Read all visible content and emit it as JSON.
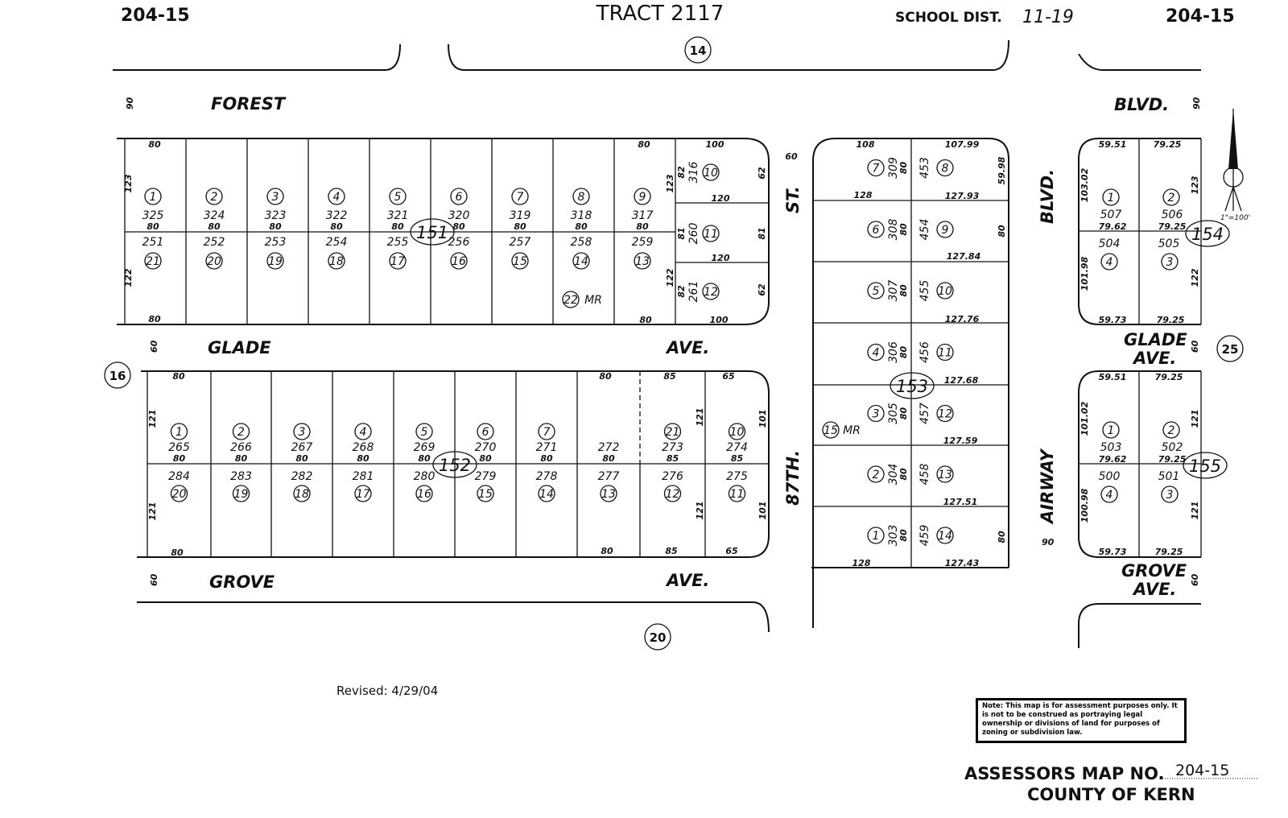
{
  "header": {
    "map_no_left": "204-15",
    "title": "TRACT 2117",
    "school_dist_label": "SCHOOL DIST.",
    "school_dist_value": "11-19",
    "map_no_right": "204-15"
  },
  "streets": {
    "forest": "FOREST",
    "forest_blvd": "BLVD.",
    "glade": "GLADE",
    "glade_ave": "AVE.",
    "glade_e": "GLADE",
    "glade_e_ave": "AVE.",
    "grove": "GROVE",
    "grove_ave": "AVE.",
    "grove_e": "GROVE",
    "grove_e_ave": "AVE.",
    "st": "ST.",
    "87th": "87TH.",
    "airway_blvd": "BLVD.",
    "airway": "AIRWAY",
    "w90": "90",
    "w60": "60",
    "w90b": "90"
  },
  "adjacent_maps": [
    "14",
    "16",
    "25",
    "20"
  ],
  "blocks": {
    "b151": {
      "id": "151",
      "top": [
        [
          "1",
          "325",
          "80"
        ],
        [
          "2",
          "324",
          "80"
        ],
        [
          "3",
          "323",
          "80"
        ],
        [
          "4",
          "322",
          "80"
        ],
        [
          "5",
          "321",
          "80"
        ],
        [
          "6",
          "320",
          "80"
        ],
        [
          "7",
          "319",
          "80"
        ],
        [
          "8",
          "318",
          "80"
        ],
        [
          "9",
          "317",
          "80"
        ]
      ],
      "bottom": [
        [
          "21",
          "251"
        ],
        [
          "20",
          "252"
        ],
        [
          "19",
          "253"
        ],
        [
          "18",
          "254"
        ],
        [
          "17",
          "255"
        ],
        [
          "16",
          "256"
        ],
        [
          "15",
          "257"
        ],
        [
          "14",
          "258"
        ],
        [
          "13",
          "259"
        ]
      ],
      "east": [
        [
          "10",
          "316",
          "82"
        ],
        [
          "11",
          "260",
          "81"
        ],
        [
          "12",
          "261",
          "82"
        ]
      ],
      "dims": [
        "80",
        "80",
        "100",
        "120",
        "120",
        "100",
        "80",
        "80",
        "123",
        "122",
        "62",
        "81",
        "62",
        "123",
        "122"
      ],
      "mr": "22",
      "mr_label": "MR"
    },
    "b152": {
      "id": "152",
      "top": [
        [
          "1",
          "265",
          "80"
        ],
        [
          "2",
          "266",
          "80"
        ],
        [
          "3",
          "267",
          "80"
        ],
        [
          "4",
          "268",
          "80"
        ],
        [
          "5",
          "269",
          "80"
        ],
        [
          "6",
          "270",
          "80"
        ],
        [
          "7",
          "271",
          "80"
        ],
        [
          "",
          "272",
          "80"
        ],
        [
          "21",
          "273",
          "85"
        ],
        [
          "10",
          "274",
          "85"
        ]
      ],
      "bottom": [
        [
          "20",
          "284"
        ],
        [
          "19",
          "283"
        ],
        [
          "18",
          "282"
        ],
        [
          "17",
          "281"
        ],
        [
          "16",
          "280"
        ],
        [
          "15",
          "279"
        ],
        [
          "14",
          "278"
        ],
        [
          "13",
          "277"
        ],
        [
          "12",
          "276"
        ],
        [
          "11",
          "275"
        ]
      ],
      "dims": [
        "80",
        "80",
        "85",
        "65",
        "80",
        "80",
        "85",
        "65",
        "121",
        "121",
        "121",
        "121",
        "101",
        "101"
      ]
    },
    "b153": {
      "id": "153",
      "west": [
        [
          "7",
          "309"
        ],
        [
          "6",
          "308"
        ],
        [
          "5",
          "307"
        ],
        [
          "4",
          "306"
        ],
        [
          "3",
          "305"
        ],
        [
          "2",
          "304"
        ],
        [
          "1",
          "303"
        ]
      ],
      "east": [
        [
          "8",
          "453"
        ],
        [
          "9",
          "454"
        ],
        [
          "10",
          "455"
        ],
        [
          "11",
          "456"
        ],
        [
          "12",
          "457"
        ],
        [
          "13",
          "458"
        ],
        [
          "14",
          "459"
        ]
      ],
      "mid_dim": "80",
      "dims": [
        "108",
        "107.99",
        "128",
        "127.93",
        "127.84",
        "127.76",
        "127.68",
        "127.59",
        "127.51",
        "127.43",
        "128",
        "59.98",
        "80",
        "80",
        "60"
      ],
      "mr": "15",
      "mr_label": "MR"
    },
    "b154": {
      "id": "154",
      "lots": [
        [
          "1",
          "507",
          "79.62"
        ],
        [
          "2",
          "506",
          "79.25"
        ],
        [
          "4",
          "504"
        ],
        [
          "3",
          "505"
        ]
      ],
      "dims": [
        "59.51",
        "79.25",
        "103.02",
        "101.98",
        "59.73",
        "79.25",
        "123",
        "122"
      ]
    },
    "b155": {
      "id": "155",
      "lots": [
        [
          "1",
          "503",
          "79.62"
        ],
        [
          "2",
          "502",
          "79.25"
        ],
        [
          "4",
          "500"
        ],
        [
          "3",
          "501"
        ]
      ],
      "dims": [
        "59.51",
        "79.25",
        "101.02",
        "100.98",
        "59.73",
        "79.25",
        "121",
        "121"
      ]
    }
  },
  "scale": "1\"=100'",
  "revised": "Revised: 4/29/04",
  "note": "Note: This map is for assessment purposes only. It is not to be construed as portraying legal ownership or divisions of land for purposes of zoning or subdivision law.",
  "footer": {
    "label": "ASSESSORS MAP NO.",
    "map_no": "204-15",
    "county": "COUNTY OF KERN"
  }
}
